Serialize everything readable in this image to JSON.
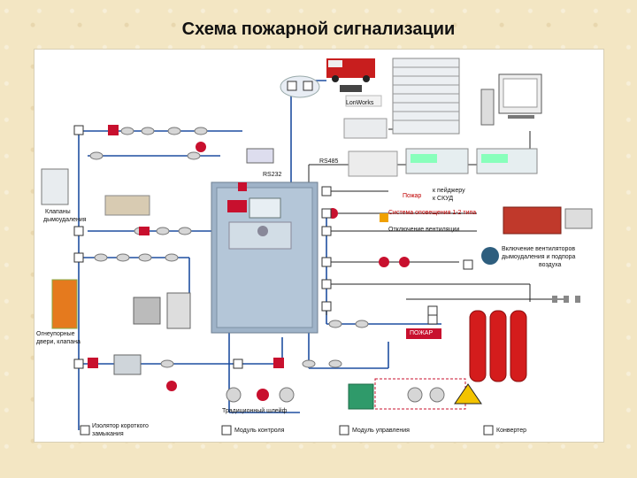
{
  "title": "Схема пожарной сигнализации",
  "labels": {
    "lonworks": "LonWorks",
    "rs485": "RS485",
    "rs232": "RS232",
    "pozhar": "Пожар",
    "to_pager_1": "к пейджеру",
    "to_pager_2": "к СКУД",
    "alert_system": "Система оповещения 1-2 типа",
    "vent_off": "Отключение вентиляции",
    "smoke_vent_1": "Включение вентиляторов",
    "smoke_vent_2": "дымоудаления и подпора",
    "smoke_vent_3": "воздуха",
    "valves_1": "Клапаны",
    "valves_2": "дымоудаления",
    "fire_doors_1": "Огнеупорные",
    "fire_doors_2": "двери, клапана",
    "trad_loop": "Традиционный шлейф",
    "pozhar_box": "ПОЖАР"
  },
  "legend": {
    "isolator_1": "Изолятор короткого",
    "isolator_2": "замыкания",
    "control_module": "Модуль контроля",
    "management_module": "Модуль управления",
    "converter": "Конвертер"
  },
  "colors": {
    "line_blue": "#1f4fa0",
    "line_black": "#222222",
    "panel_grey": "#9fb3c8",
    "alarm_red": "#c8102e",
    "cylinder_red": "#d41c1c",
    "box_green": "#2f9a6a"
  }
}
